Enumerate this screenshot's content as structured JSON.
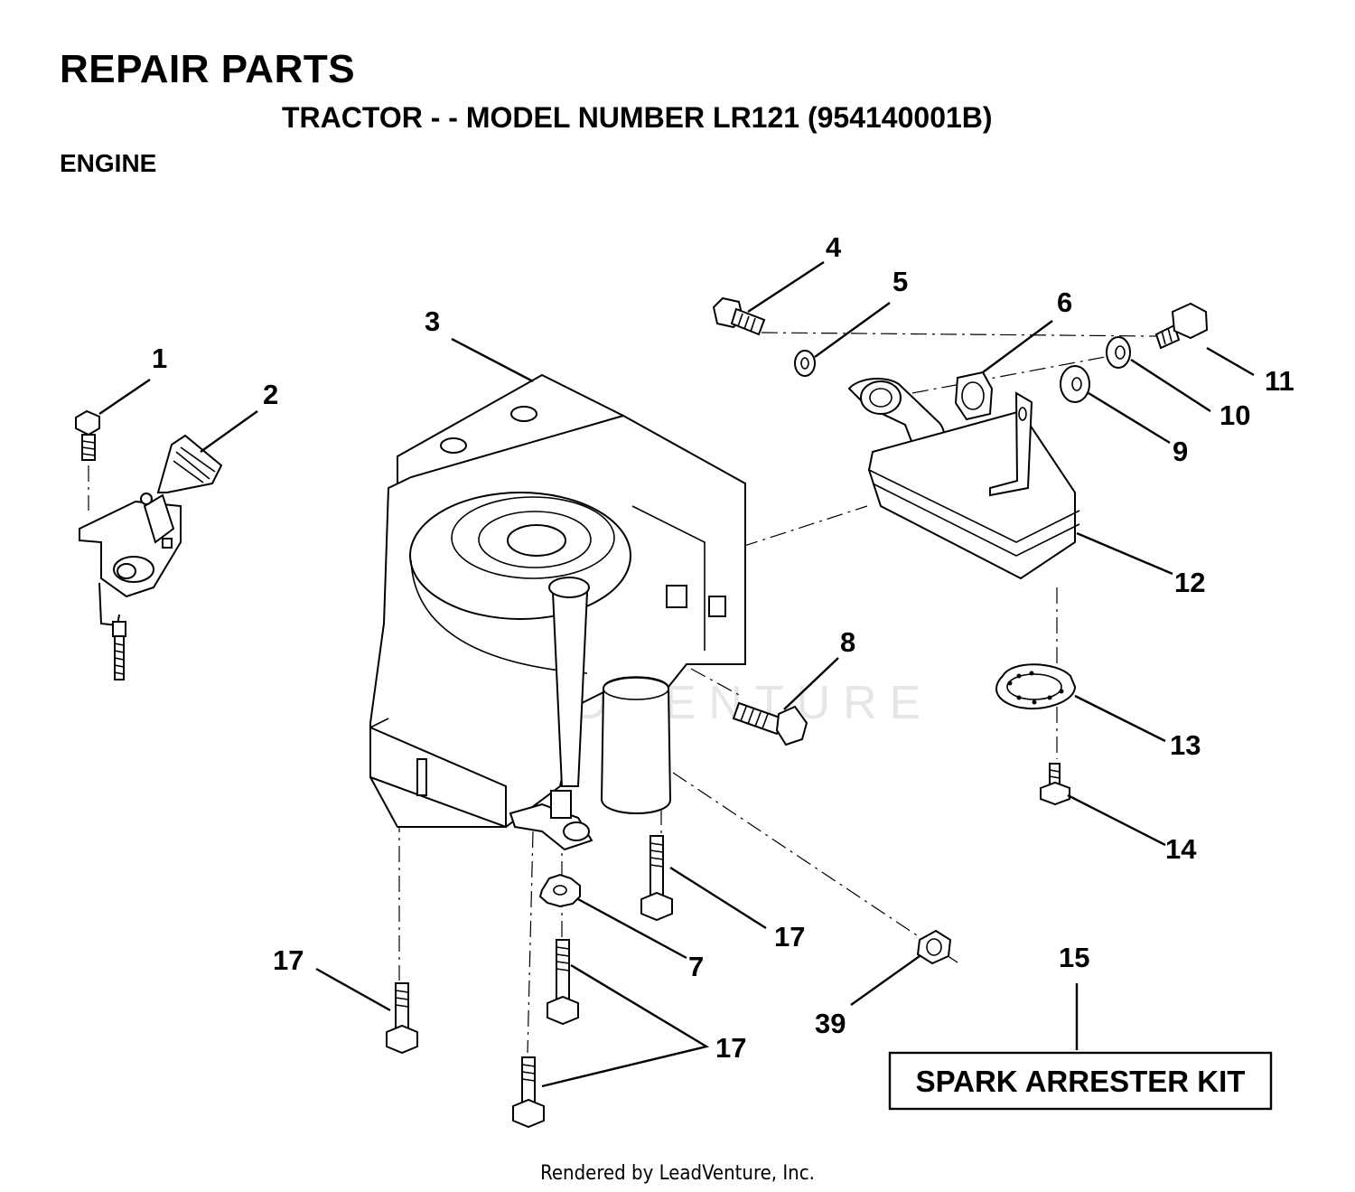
{
  "header": {
    "title": "REPAIR PARTS",
    "subtitle": "TRACTOR - - MODEL NUMBER LR121 (954140001B)",
    "section": "ENGINE"
  },
  "callouts": [
    {
      "id": "c1",
      "label": "1"
    },
    {
      "id": "c2",
      "label": "2"
    },
    {
      "id": "c3",
      "label": "3"
    },
    {
      "id": "c4",
      "label": "4"
    },
    {
      "id": "c5",
      "label": "5"
    },
    {
      "id": "c6",
      "label": "6"
    },
    {
      "id": "c7",
      "label": "7"
    },
    {
      "id": "c8",
      "label": "8"
    },
    {
      "id": "c9",
      "label": "9"
    },
    {
      "id": "c10",
      "label": "10"
    },
    {
      "id": "c11",
      "label": "11"
    },
    {
      "id": "c12",
      "label": "12"
    },
    {
      "id": "c13",
      "label": "13"
    },
    {
      "id": "c14",
      "label": "14"
    },
    {
      "id": "c15",
      "label": "15"
    },
    {
      "id": "c17a",
      "label": "17"
    },
    {
      "id": "c17b",
      "label": "17"
    },
    {
      "id": "c17c",
      "label": "17"
    },
    {
      "id": "c39",
      "label": "39"
    }
  ],
  "kit_box": {
    "label": "SPARK ARRESTER KIT"
  },
  "watermark": {
    "text": "LEADVENTURE"
  },
  "footer": {
    "text": "Rendered by LeadVenture, Inc."
  }
}
